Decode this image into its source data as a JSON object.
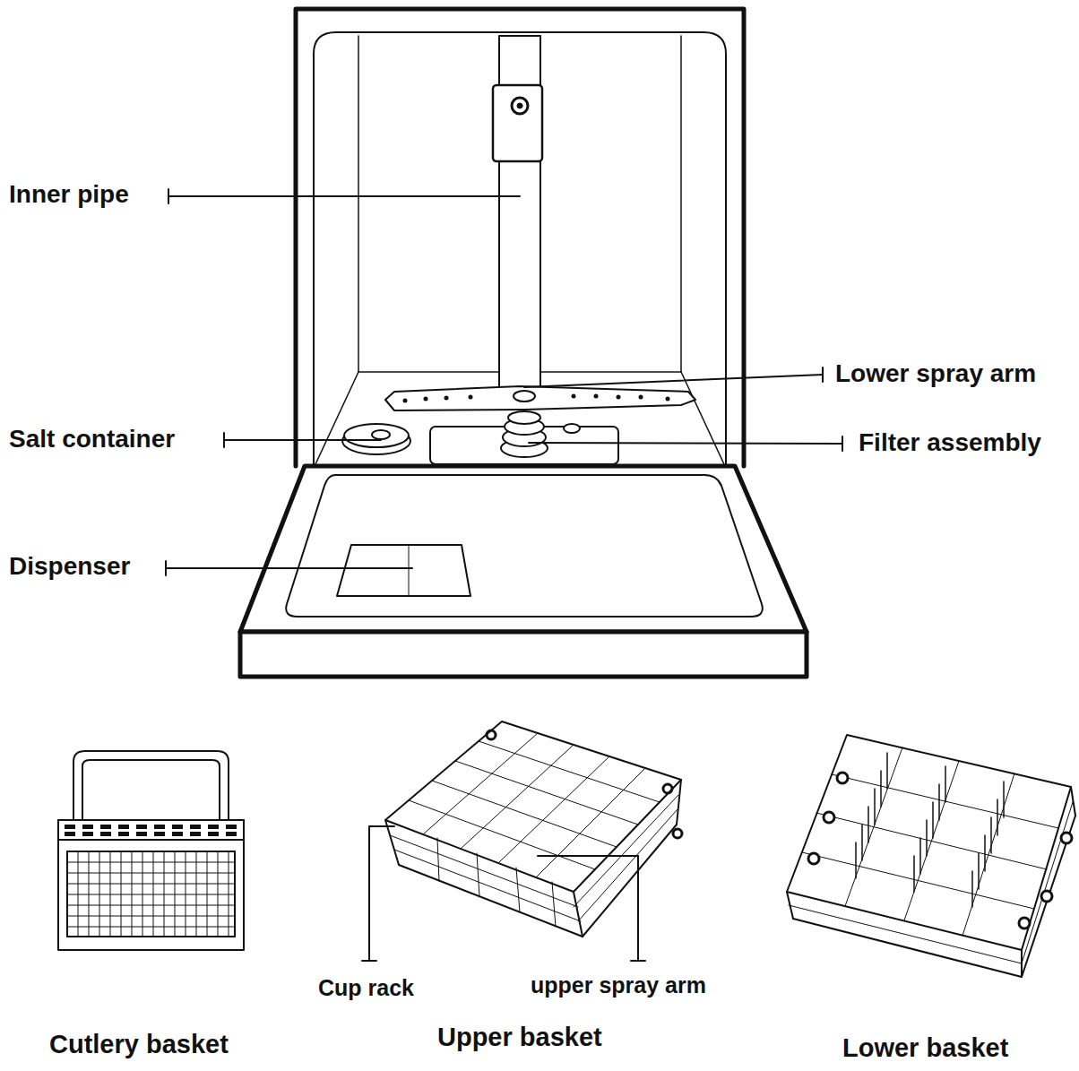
{
  "diagram": {
    "labels": [
      "Inner pipe",
      "Lower spray arm",
      "Salt container",
      "Filter assembly",
      "Dispenser",
      "Cup rack",
      "upper spray arm",
      "Cutlery basket",
      "Upper basket",
      "Lower basket"
    ]
  }
}
